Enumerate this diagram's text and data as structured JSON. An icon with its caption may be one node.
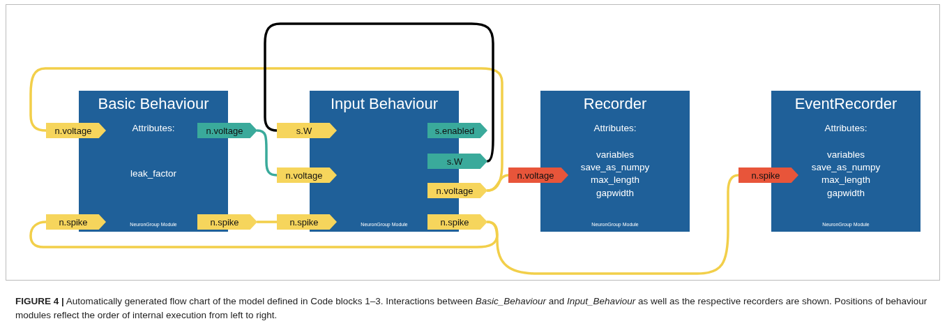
{
  "diagram": {
    "caption": "**FIGURE 4 |** Automatically generated flow chart of the model defined in Code blocks 1–3. Interactions between *Basic_Behaviour* and *Input_Behaviour* as well as the respective recorders are shown. Positions of behaviour modules reflect the order of internal execution from left to right.",
    "nodes": [
      {
        "text": [
          "Basic Behaviour",
          "Attributes:",
          "leak_factor",
          "NeuronGroup Module"
        ]
      },
      {
        "text": [
          "n.voltage"
        ]
      },
      {
        "text": [
          "n.voltage"
        ]
      },
      {
        "text": [
          "n.spike"
        ]
      },
      {
        "text": [
          "n.spike"
        ]
      },
      {
        "text": [
          "Input Behaviour",
          "NeuronGroup Module"
        ]
      },
      {
        "text": [
          "s.W"
        ]
      },
      {
        "text": [
          "s.enabled"
        ]
      },
      {
        "text": [
          "s.W"
        ]
      },
      {
        "text": [
          "n.voltage"
        ]
      },
      {
        "text": [
          "n.voltage"
        ]
      },
      {
        "text": [
          "n.spike"
        ]
      },
      {
        "text": [
          "n.spike"
        ]
      },
      {
        "text": [
          "Recorder",
          "Attributes:",
          "variables",
          "save_as_numpy",
          "max_length",
          "gapwidth",
          "NeuronGroup Module"
        ]
      },
      {
        "text": [
          "n.voltage"
        ]
      },
      {
        "text": [
          "EventRecorder",
          "Attributes:",
          "variables",
          "save_as_numpy",
          "max_length",
          "gapwidth",
          "NeuronGroup Module"
        ]
      },
      {
        "text": [
          "n.spike"
        ]
      }
    ],
    "edges": [
      {
        "from": 10,
        "to": 1,
        "arrow": "none"
      },
      {
        "from": 2,
        "to": 9,
        "arrow": "none",
        "color": "#3aaa9b"
      },
      {
        "from": 8,
        "to": 6,
        "arrow": "none",
        "color": "#000000"
      },
      {
        "from": 4,
        "to": 11,
        "arrow": "none"
      },
      {
        "from": 12,
        "to": 3,
        "arrow": "none"
      },
      {
        "from": 10,
        "to": 14,
        "arrow": "none"
      },
      {
        "from": 12,
        "to": 16,
        "arrow": "none"
      }
    ]
  }
}
